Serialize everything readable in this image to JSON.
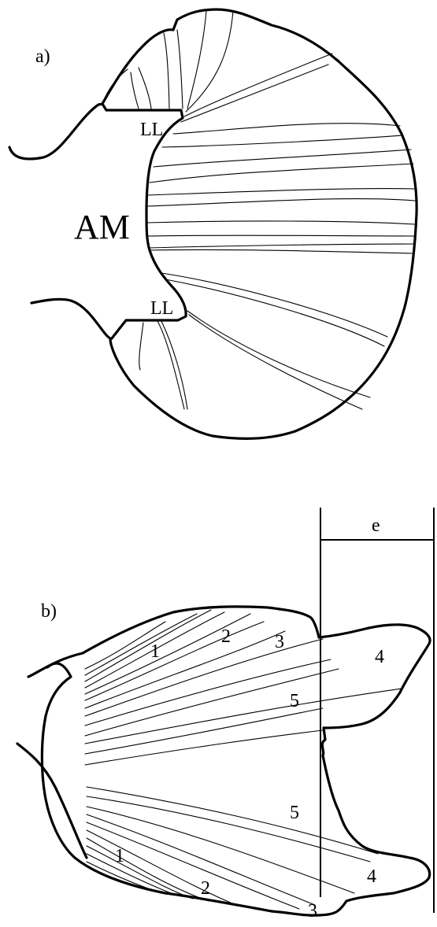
{
  "figure_a": {
    "panel_label": "a)",
    "center_label": "AM",
    "upper_lobe_label": "LL",
    "lower_lobe_label": "LL"
  },
  "figure_b": {
    "panel_label": "b)",
    "scale_label": "e",
    "zone_labels": {
      "upper_1": "1",
      "upper_2": "2",
      "upper_3": "3",
      "upper_4": "4",
      "upper_5": "5",
      "lower_5": "5",
      "lower_4": "4",
      "lower_1": "1",
      "lower_2": "2",
      "lower_3": "3"
    }
  }
}
